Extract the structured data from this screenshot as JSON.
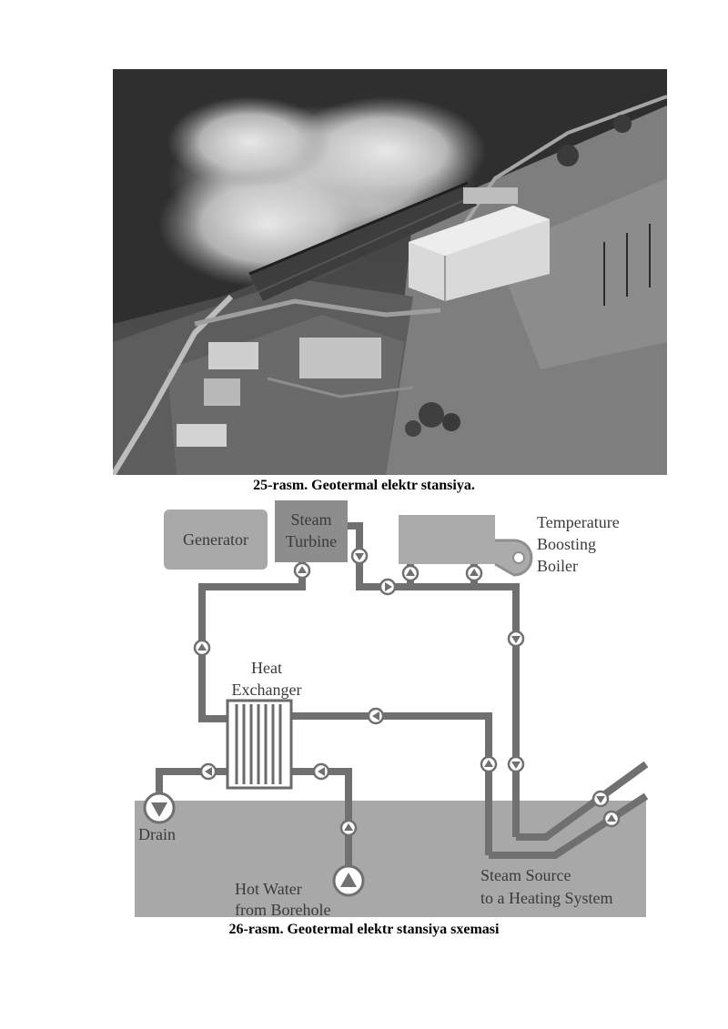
{
  "figure1": {
    "caption": "25-rasm. Geotermal elektr stansiya."
  },
  "figure2": {
    "caption": "26-rasm. Geotermal elektr stansiya sxemasi",
    "labels": {
      "generator": "Generator",
      "turbine_line1": "Steam",
      "turbine_line2": "Turbine",
      "boiler_line1": "Temperature",
      "boiler_line2": "Boosting",
      "boiler_line3": "Boiler",
      "exchanger_line1": "Heat",
      "exchanger_line2": "Exchanger",
      "drain": "Drain",
      "hotwater_line1": "Hot Water",
      "hotwater_line2": "from Borehole",
      "steam_line1": "Steam Source",
      "steam_line2": "to a Heating System"
    }
  }
}
